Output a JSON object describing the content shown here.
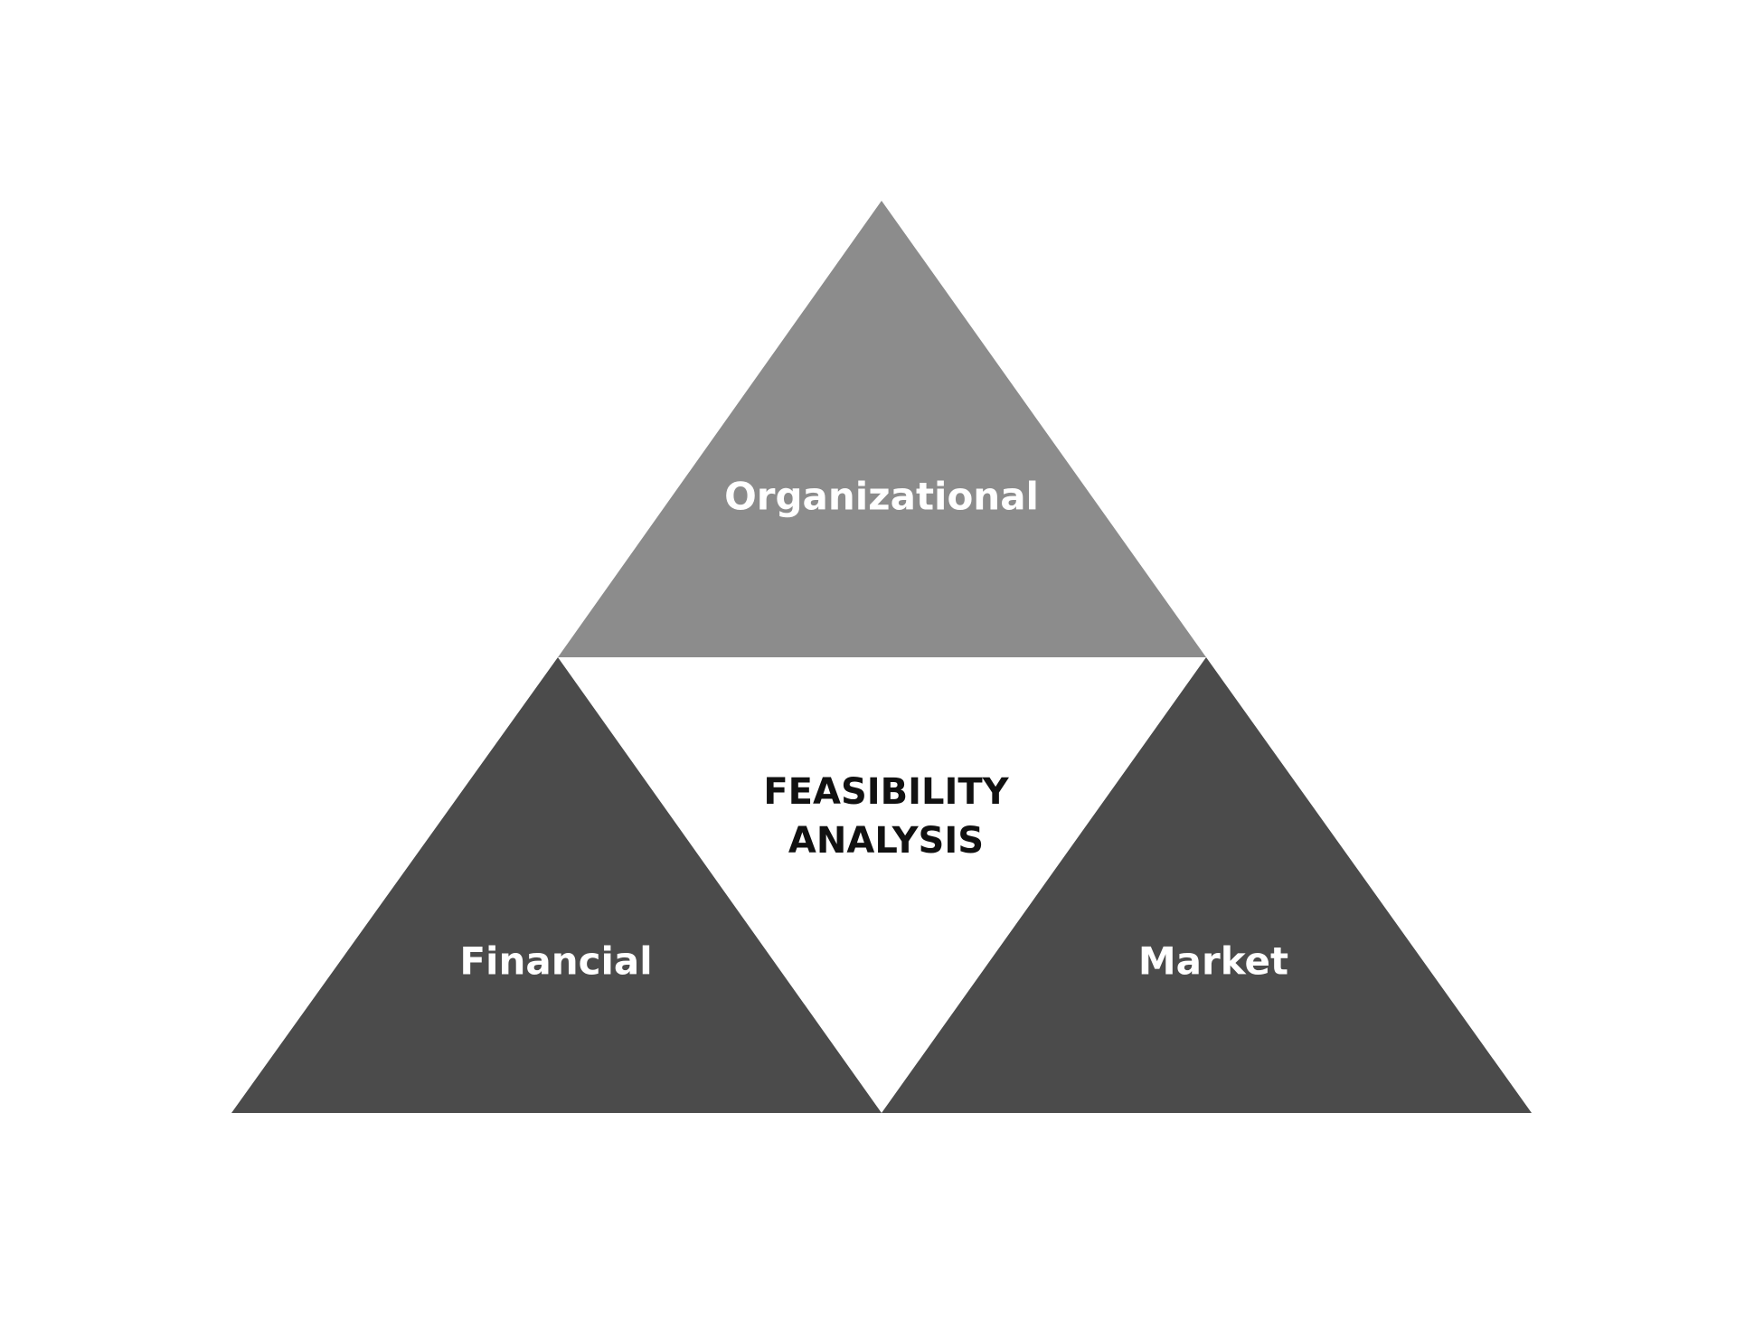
{
  "diagram": {
    "title_line1": "FEASIBILITY",
    "title_line2": "ANALYSIS",
    "segments": {
      "top": "Organizational",
      "left": "Financial",
      "right": "Market"
    },
    "colors": {
      "top": "#8c8c8c",
      "bottom": "#4b4b4b",
      "center": "#ffffff"
    }
  }
}
